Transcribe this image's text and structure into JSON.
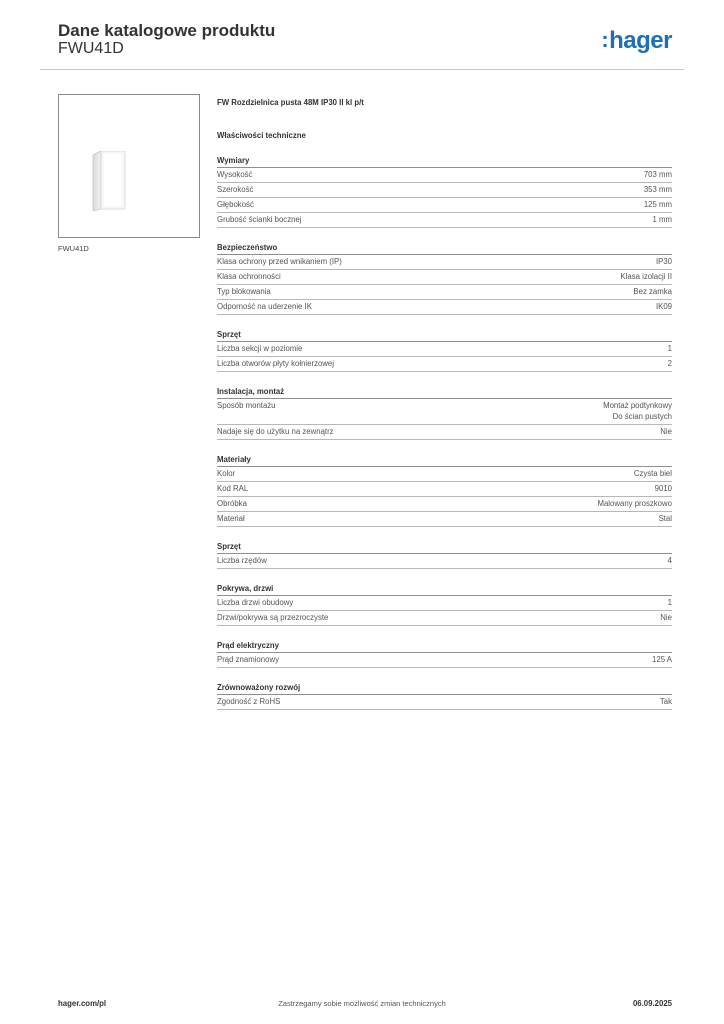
{
  "header": {
    "title": "Dane katalogowe produktu",
    "subtitle": "FWU41D",
    "logo_text": "hager",
    "logo_color": "#1d6fb8"
  },
  "product": {
    "image_caption": "FWU41D",
    "title": "FW Rozdzielnica pusta 48M IP30 II kl p/t",
    "tech_heading": "Właściwości techniczne"
  },
  "sections": [
    {
      "title": "Wymiary",
      "rows": [
        {
          "label": "Wysokość",
          "value": "703 mm"
        },
        {
          "label": "Szerokość",
          "value": "353 mm"
        },
        {
          "label": "Głębokość",
          "value": "125 mm"
        },
        {
          "label": "Grubość ścianki bocznej",
          "value": "1 mm"
        }
      ]
    },
    {
      "title": "Bezpieczeństwo",
      "rows": [
        {
          "label": "Klasa ochrony przed wnikaniem (IP)",
          "value": "IP30"
        },
        {
          "label": "Klasa ochronności",
          "value": "Klasa izolacji II"
        },
        {
          "label": "Typ blokowania",
          "value": "Bez zamka"
        },
        {
          "label": "Odporność na uderzenie IK",
          "value": "IK09"
        }
      ]
    },
    {
      "title": "Sprzęt",
      "rows": [
        {
          "label": "Liczba sekcji w poziomie",
          "value": "1"
        },
        {
          "label": "Liczba otworów płyty kołnierzowej",
          "value": "2"
        }
      ]
    },
    {
      "title": "Instalacja, montaż",
      "rows": [
        {
          "label": "Sposób montażu",
          "value": "Montaż podtynkowy\nDo ścian pustych"
        },
        {
          "label": "Nadaje się do użytku na zewnątrz",
          "value": "Nie"
        }
      ]
    },
    {
      "title": "Materiały",
      "rows": [
        {
          "label": "Kolor",
          "value": "Czysta biel"
        },
        {
          "label": "Kod RAL",
          "value": "9010"
        },
        {
          "label": "Obróbka",
          "value": "Malowany proszkowo"
        },
        {
          "label": "Materiał",
          "value": "Stal"
        }
      ]
    },
    {
      "title": "Sprzęt",
      "rows": [
        {
          "label": "Liczba rzędów",
          "value": "4"
        }
      ]
    },
    {
      "title": "Pokrywa, drzwi",
      "rows": [
        {
          "label": "Liczba drzwi obudowy",
          "value": "1"
        },
        {
          "label": "Drzwi/pokrywa są przezroczyste",
          "value": "Nie"
        }
      ]
    },
    {
      "title": "Prąd elektryczny",
      "rows": [
        {
          "label": "Prąd znamionowy",
          "value": "125 A"
        }
      ]
    },
    {
      "title": "Zrównoważony rozwój",
      "rows": [
        {
          "label": "Zgodność z RoHS",
          "value": "Tak"
        }
      ]
    }
  ],
  "footer": {
    "website": "hager.com/pl",
    "disclaimer": "Zastrzegamy sobie możliwość zmian technicznych",
    "date": "06.09.2025"
  }
}
